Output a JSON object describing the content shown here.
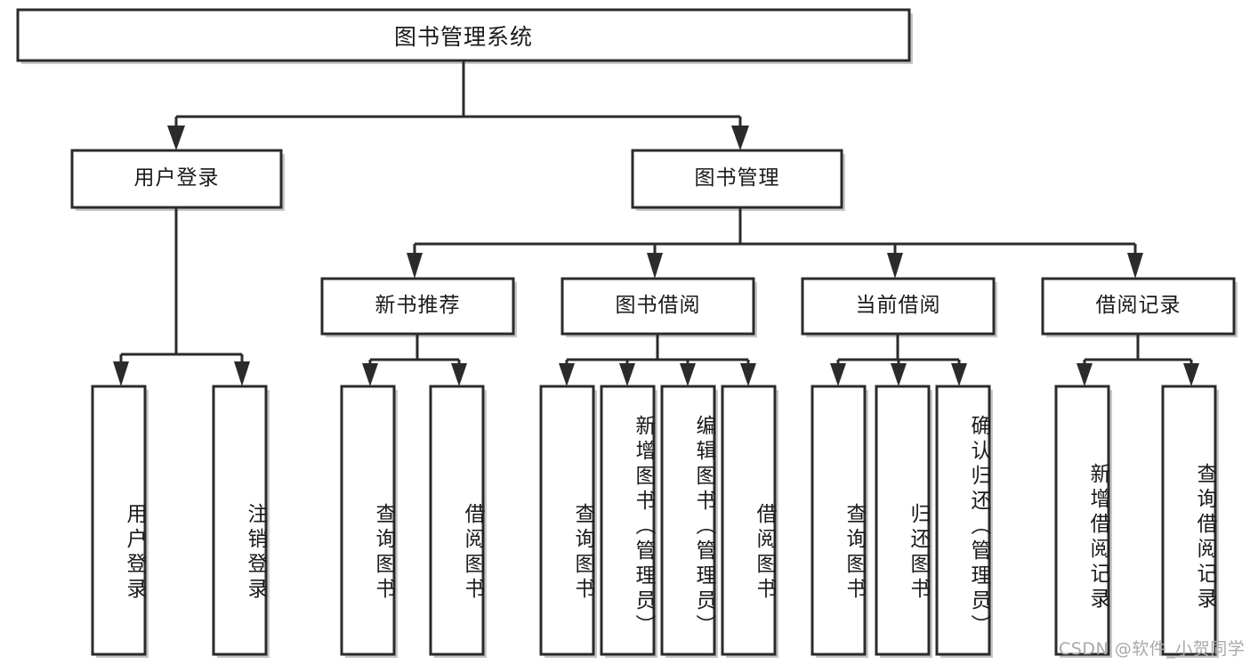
{
  "diagram": {
    "type": "tree",
    "title": "图书管理系统",
    "orientation": "top-down",
    "colors": {
      "box_fill": "#ffffff",
      "box_stroke": "#2b2b2b",
      "text": "#1a1a1a",
      "watermark": "#a9a9a9",
      "background": "#ffffff"
    },
    "root": {
      "label": "图书管理系统"
    },
    "level2": [
      {
        "id": "user-login",
        "label": "用户登录"
      },
      {
        "id": "book-manage",
        "label": "图书管理"
      }
    ],
    "level3": [
      {
        "id": "new-book-recommend",
        "label": "新书推荐"
      },
      {
        "id": "book-borrow",
        "label": "图书借阅"
      },
      {
        "id": "current-borrow",
        "label": "当前借阅"
      },
      {
        "id": "borrow-record",
        "label": "借阅记录"
      }
    ],
    "leaves": {
      "user_login": [
        {
          "id": "leaf-user-login",
          "label": "用户登录"
        },
        {
          "id": "leaf-logout-login",
          "label": "注销登录"
        }
      ],
      "new_book_recommend": [
        {
          "id": "leaf-query-book-1",
          "label": "查询图书"
        },
        {
          "id": "leaf-borrow-book-1",
          "label": "借阅图书"
        }
      ],
      "book_borrow": [
        {
          "id": "leaf-query-book-2",
          "label": "查询图书"
        },
        {
          "id": "leaf-add-book-admin",
          "label": "新增图书（管理员）"
        },
        {
          "id": "leaf-edit-book-admin",
          "label": "编辑图书（管理员）"
        },
        {
          "id": "leaf-borrow-book-2",
          "label": "借阅图书"
        }
      ],
      "current_borrow": [
        {
          "id": "leaf-query-book-3",
          "label": "查询图书"
        },
        {
          "id": "leaf-return-book",
          "label": "归还图书"
        },
        {
          "id": "leaf-confirm-return-admin",
          "label": "确认归还（管理员）"
        }
      ],
      "borrow_record": [
        {
          "id": "leaf-add-borrow-record",
          "label": "新增借阅记录"
        },
        {
          "id": "leaf-query-borrow-record",
          "label": "查询借阅记录"
        }
      ]
    },
    "watermark": "CSDN @软件_小贺同学"
  }
}
